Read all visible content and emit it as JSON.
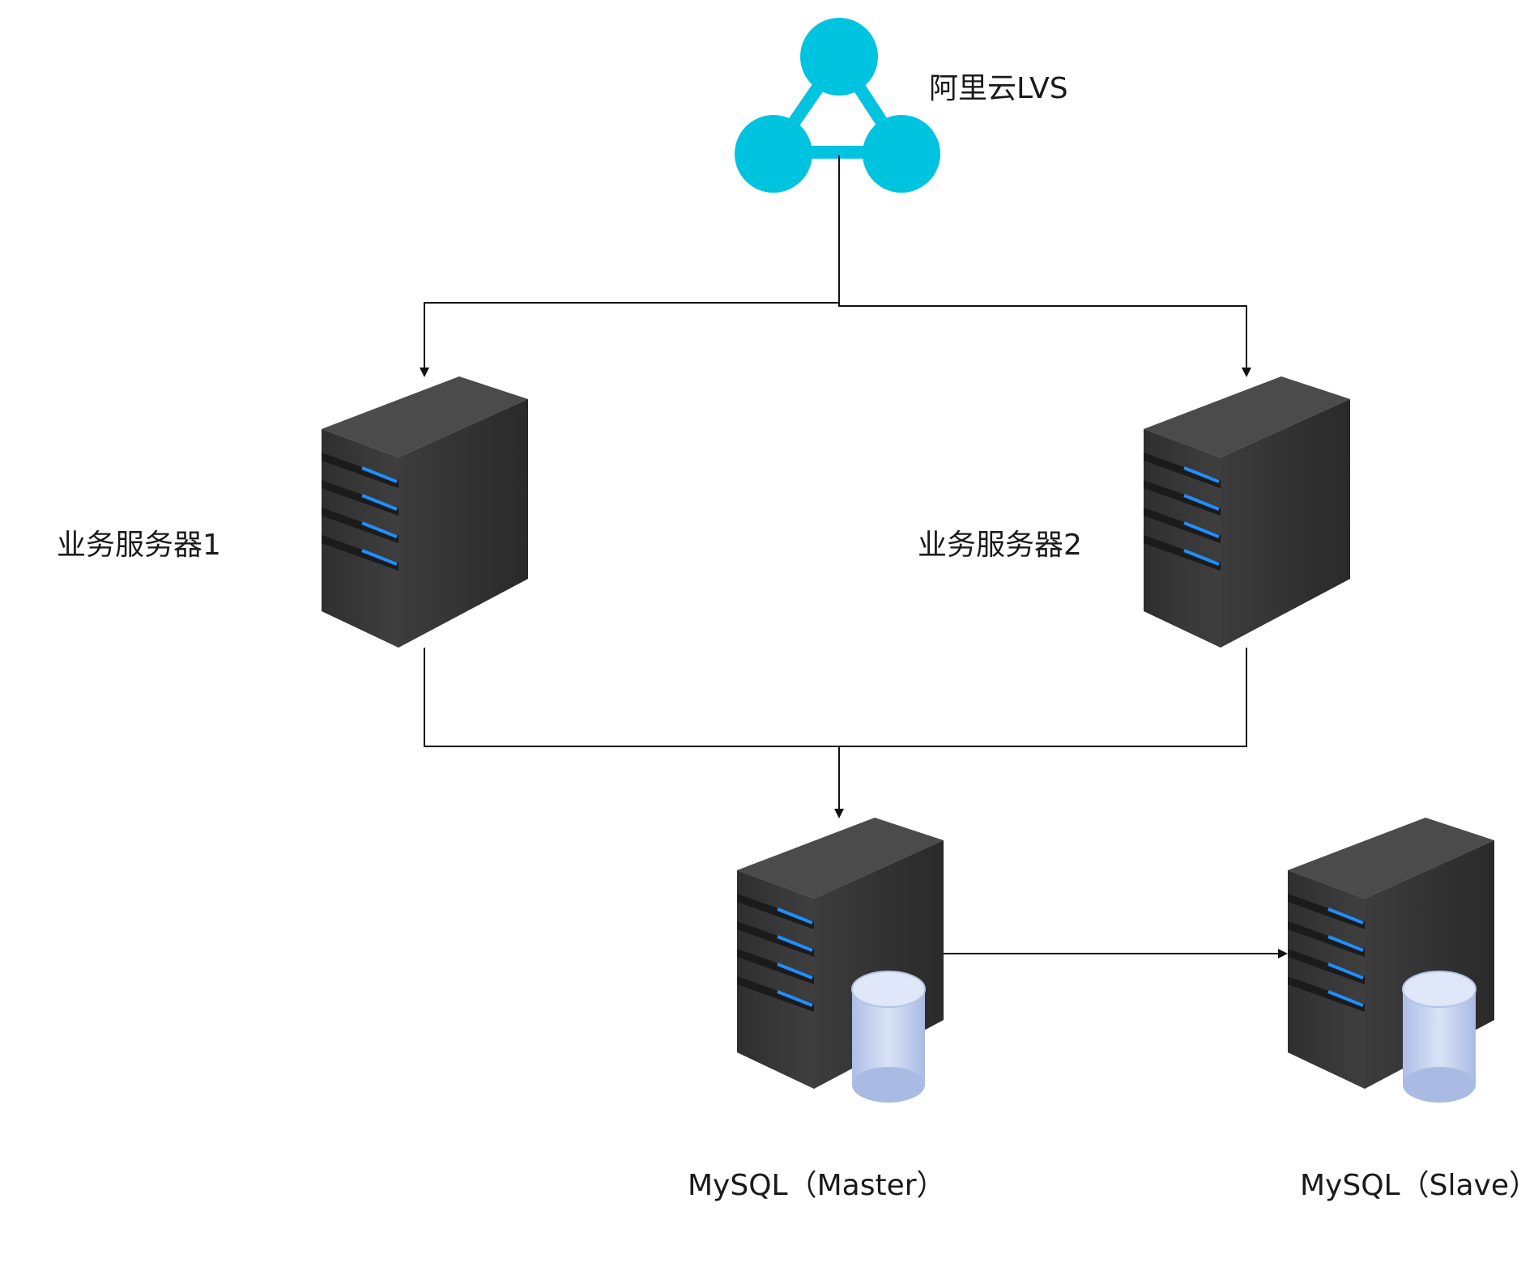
{
  "nodes": {
    "lvs": {
      "label": "阿里云LVS",
      "icon": "load-balancer-icon",
      "color": "#00C3E0"
    },
    "app_server_1": {
      "label": "业务服务器1",
      "icon": "server-icon"
    },
    "app_server_2": {
      "label": "业务服务器2",
      "icon": "server-icon"
    },
    "mysql_master": {
      "label": "MySQL（Master）",
      "icon": "database-server-icon"
    },
    "mysql_slave": {
      "label": "MySQL（Slave）",
      "icon": "database-server-icon"
    }
  },
  "edges": [
    {
      "from": "lvs",
      "to": "app_server_1"
    },
    {
      "from": "lvs",
      "to": "app_server_2"
    },
    {
      "from": "app_server_1",
      "to": "mysql_master"
    },
    {
      "from": "app_server_2",
      "to": "mysql_master"
    },
    {
      "from": "mysql_master",
      "to": "mysql_slave"
    }
  ],
  "colors": {
    "server_front": "#3a3a3a",
    "server_side": "#2e2e2e",
    "server_top": "#4a4a4a",
    "drive_light": "#1e90ff",
    "db_cylinder": "#c5d4f0",
    "connector": "#111111"
  }
}
